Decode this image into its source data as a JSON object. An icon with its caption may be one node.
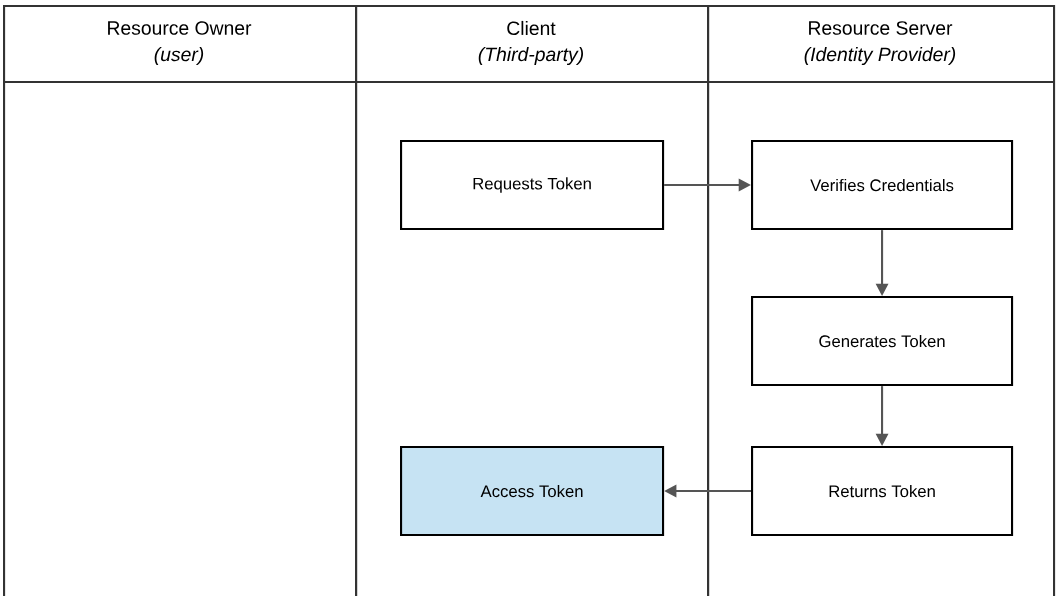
{
  "diagram": {
    "nodes": [
      {
        "text": [
          "Resource Owner",
          "(user)"
        ]
      },
      {
        "text": [
          "Client",
          "(Third-party)"
        ]
      },
      {
        "text": [
          "Resource Server",
          "(Identity Provider)"
        ]
      },
      {
        "text": [
          "Requests Token"
        ],
        "in": 1
      },
      {
        "text": [
          "Verifies Credentials"
        ],
        "in": 2
      },
      {
        "text": [
          "Generates Token"
        ],
        "in": 2
      },
      {
        "text": [
          "Returns Token"
        ],
        "in": 2
      },
      {
        "text": [
          "Access Token"
        ],
        "in": 1
      }
    ],
    "edges": [
      {
        "from": 3,
        "to": 4,
        "arrow": "to"
      },
      {
        "from": 4,
        "to": 5,
        "arrow": "to"
      },
      {
        "from": 5,
        "to": 6,
        "arrow": "to"
      },
      {
        "from": 6,
        "to": 7,
        "arrow": "to"
      }
    ]
  }
}
